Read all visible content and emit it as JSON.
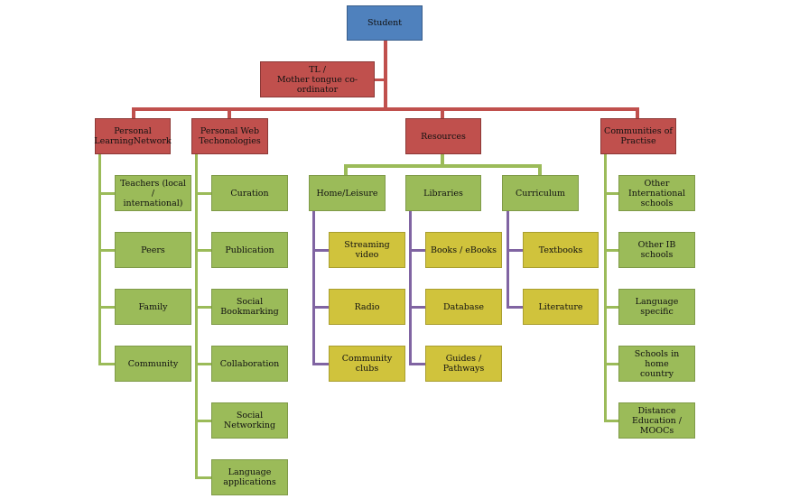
{
  "root": {
    "label": "Student"
  },
  "coordinator": {
    "label": "TL /\nMother tongue co-ordinator"
  },
  "branches": [
    {
      "label": "Personal\nLearningNetwork",
      "children": [
        "Teachers (local /\ninternational)",
        "Peers",
        "Family",
        "Community"
      ]
    },
    {
      "label": "Personal Web\nTechonologies",
      "children": [
        "Curation",
        "Publication",
        "Social\nBookmarking",
        "Collaboration",
        "Social Networking",
        "Language\napplications"
      ]
    },
    {
      "label": "Resources",
      "subgroups": [
        {
          "label": "Home/Leisure",
          "children": [
            "Streaming video",
            "Radio",
            "Community clubs"
          ]
        },
        {
          "label": "Libraries",
          "children": [
            "Books / eBooks",
            "Database",
            "Guides / Pathways"
          ]
        },
        {
          "label": "Curriculum",
          "children": [
            "Textbooks",
            "Literature"
          ]
        }
      ]
    },
    {
      "label": "Communities of\nPractise",
      "children": [
        "Other International\nschools",
        "Other IB schools",
        "Language specific",
        "Schools in home\ncountry",
        "Distance\nEducation / MOOCs"
      ]
    }
  ],
  "colors": {
    "root": "#4f81bd",
    "level1": "#c0504d",
    "level2": "#9bbb59",
    "level3": "#d0c33c",
    "connector_resources": "#8064a2"
  }
}
